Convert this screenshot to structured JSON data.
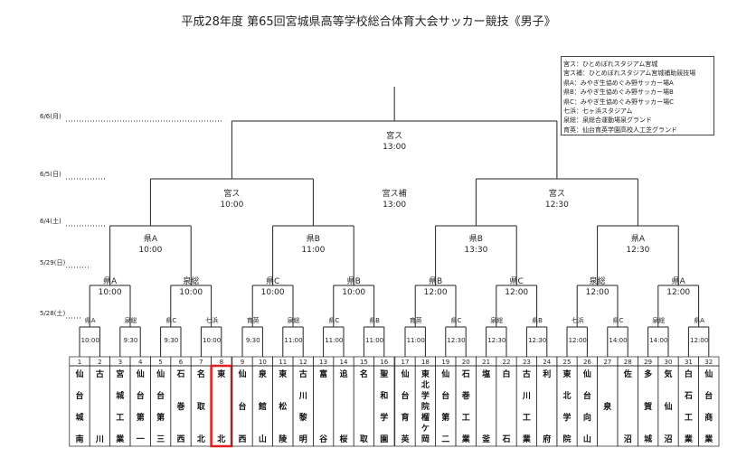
{
  "title": "平成28年度 第65回宮城県高等学校総合体育大会サッカー競技《男子》",
  "legend": [
    "宮ス：ひとめぼれスタジアム宮城",
    "宮ス補：ひとめぼれスタジアム宮城補助競技場",
    "県A：みやぎ生協めぐみ野サッカー場A",
    "県B：みやぎ生協めぐみ野サッカー場B",
    "県C：みやぎ生協めぐみ野サッカー場C",
    "七浜：七ヶ浜スタジアム",
    "泉総：泉総合運動場泉グランド",
    "育英：仙台育英学園高校人工芝グランド"
  ],
  "dates": [
    "6/6(月)",
    "6/5(日)",
    "6/4(土)",
    "5/29(日)",
    "5/28(土)"
  ],
  "final": {
    "venue": "宮ス",
    "time": "13:00"
  },
  "semis": [
    {
      "venue": "宮ス",
      "time": "10:00"
    },
    {
      "venue": "宮ス",
      "time": "12:30"
    }
  ],
  "third_place": {
    "venue": "宮ス補",
    "time": "13:00"
  },
  "quarters": [
    {
      "venue": "県A",
      "time": "10:00"
    },
    {
      "venue": "県B",
      "time": "11:00"
    },
    {
      "venue": "県B",
      "time": "13:30"
    },
    {
      "venue": "県A",
      "time": "12:30"
    }
  ],
  "r16": [
    {
      "venue": "県A",
      "time": "10:00"
    },
    {
      "venue": "泉総",
      "time": "10:00"
    },
    {
      "venue": "県C",
      "time": "10:00"
    },
    {
      "venue": "県B",
      "time": "10:00"
    },
    {
      "venue": "県B",
      "time": "12:00"
    },
    {
      "venue": "県C",
      "time": "12:00"
    },
    {
      "venue": "泉総",
      "time": "12:00"
    },
    {
      "venue": "県A",
      "time": "12:00"
    }
  ],
  "r1": [
    {
      "venue": "県A",
      "time": "10:00"
    },
    {
      "venue": "泉総",
      "time": "9:30"
    },
    {
      "venue": "県C",
      "time": "9:30"
    },
    {
      "venue": "七浜",
      "time": "10:00"
    },
    {
      "venue": "育英",
      "time": "9:30"
    },
    {
      "venue": "泉総",
      "time": "11:00"
    },
    {
      "venue": "県C",
      "time": "11:00"
    },
    {
      "venue": "県B",
      "time": "11:00"
    },
    {
      "venue": "育英",
      "time": "11:00"
    },
    {
      "venue": "県C",
      "time": "12:30"
    },
    {
      "venue": "泉総",
      "time": "12:30"
    },
    {
      "venue": "県B",
      "time": "12:30"
    },
    {
      "venue": "七浜",
      "time": "12:00"
    },
    {
      "venue": "県C",
      "time": "14:00"
    },
    {
      "venue": "泉総",
      "time": "14:00"
    },
    {
      "venue": "県A",
      "time": "12:00"
    }
  ],
  "teams": [
    {
      "no": "1",
      "name": "仙台城南"
    },
    {
      "no": "2",
      "name": "古川"
    },
    {
      "no": "3",
      "name": "宮城工業"
    },
    {
      "no": "4",
      "name": "仙台第一"
    },
    {
      "no": "5",
      "name": "仙台第三"
    },
    {
      "no": "6",
      "name": "石巻西"
    },
    {
      "no": "7",
      "name": "名取北"
    },
    {
      "no": "8",
      "name": "東北",
      "highlight": true
    },
    {
      "no": "9",
      "name": "仙台西"
    },
    {
      "no": "10",
      "name": "泉館山"
    },
    {
      "no": "11",
      "name": "東松陵"
    },
    {
      "no": "12",
      "name": "古川黎明"
    },
    {
      "no": "13",
      "name": "富谷"
    },
    {
      "no": "14",
      "name": "追桜"
    },
    {
      "no": "15",
      "name": "名取"
    },
    {
      "no": "16",
      "name": "聖和学園"
    },
    {
      "no": "17",
      "name": "仙台育英"
    },
    {
      "no": "18",
      "name": "東北学院榴ケ岡"
    },
    {
      "no": "19",
      "name": "仙台第二"
    },
    {
      "no": "20",
      "name": "石巻工業"
    },
    {
      "no": "21",
      "name": "塩釜"
    },
    {
      "no": "22",
      "name": "白石"
    },
    {
      "no": "23",
      "name": "古川工業"
    },
    {
      "no": "24",
      "name": "利府"
    },
    {
      "no": "25",
      "name": "東北学院"
    },
    {
      "no": "26",
      "name": "仙台向山"
    },
    {
      "no": "27",
      "name": "泉"
    },
    {
      "no": "28",
      "name": "佐沼"
    },
    {
      "no": "29",
      "name": "多賀城"
    },
    {
      "no": "30",
      "name": "気仙沼"
    },
    {
      "no": "31",
      "name": "白石工業"
    },
    {
      "no": "32",
      "name": "仙台商業"
    }
  ],
  "highlight_color": "#e02020"
}
